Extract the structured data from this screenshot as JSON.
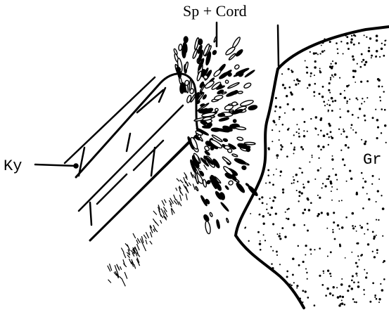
{
  "labels": {
    "sp_cord": "Sp + Cord",
    "ky": "Ky",
    "gr": "Gr"
  },
  "colors": {
    "ink": "#000000",
    "paper": "#ffffff"
  }
}
